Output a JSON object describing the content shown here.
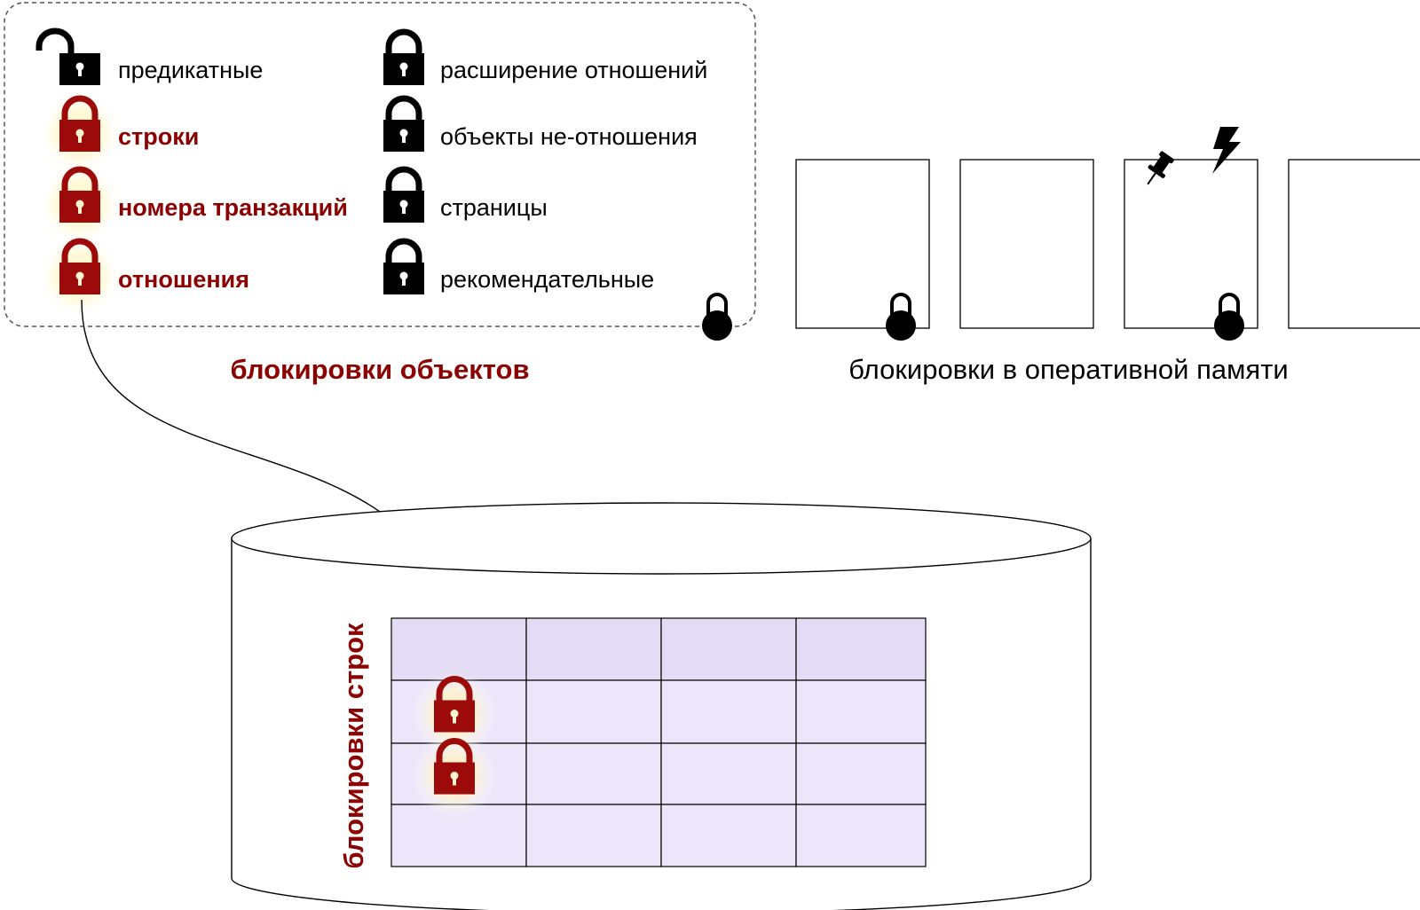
{
  "colors": {
    "lock_red": "#9c0a0a",
    "text_red": "#8b0000",
    "lock_black": "#000000",
    "glow": "#fff3a8",
    "table_header": "#e4dcf4",
    "table_cell": "#ede6fb",
    "box_border": "#555555"
  },
  "object_locks": {
    "title": "блокировки объектов",
    "left_column": [
      {
        "label": "предикатные",
        "style": "open-black",
        "icon": "unlocked-padlock-icon"
      },
      {
        "label": "строки",
        "style": "closed-red-highlight",
        "icon": "padlock-icon"
      },
      {
        "label": "номера транзакций",
        "style": "closed-red-highlight",
        "icon": "padlock-icon"
      },
      {
        "label": "отношения",
        "style": "closed-red-highlight",
        "icon": "padlock-icon"
      }
    ],
    "right_column": [
      {
        "label": "расширение отношений",
        "style": "closed-black",
        "icon": "padlock-icon"
      },
      {
        "label": "объекты не-отношения",
        "style": "closed-black",
        "icon": "padlock-icon"
      },
      {
        "label": "страницы",
        "style": "closed-black",
        "icon": "padlock-icon"
      },
      {
        "label": "рекомендательные",
        "style": "closed-black",
        "icon": "padlock-icon"
      }
    ]
  },
  "memory_locks": {
    "title": "блокировки в оперативной памяти",
    "pages": [
      {
        "has_lock": true,
        "has_pin": false,
        "has_lightning": false
      },
      {
        "has_lock": false,
        "has_pin": false,
        "has_lightning": false
      },
      {
        "has_lock": true,
        "has_pin": true,
        "has_lightning": true
      },
      {
        "has_lock": false,
        "has_pin": false,
        "has_lightning": false
      }
    ]
  },
  "storage": {
    "row_locks_title": "блокировки строк",
    "table": {
      "rows": 4,
      "cols": 4,
      "locked_rows": [
        1,
        2
      ]
    }
  },
  "icons": [
    "unlocked-padlock-icon",
    "padlock-icon",
    "round-padlock-icon",
    "pushpin-icon",
    "lightning-icon",
    "arrow-icon"
  ]
}
